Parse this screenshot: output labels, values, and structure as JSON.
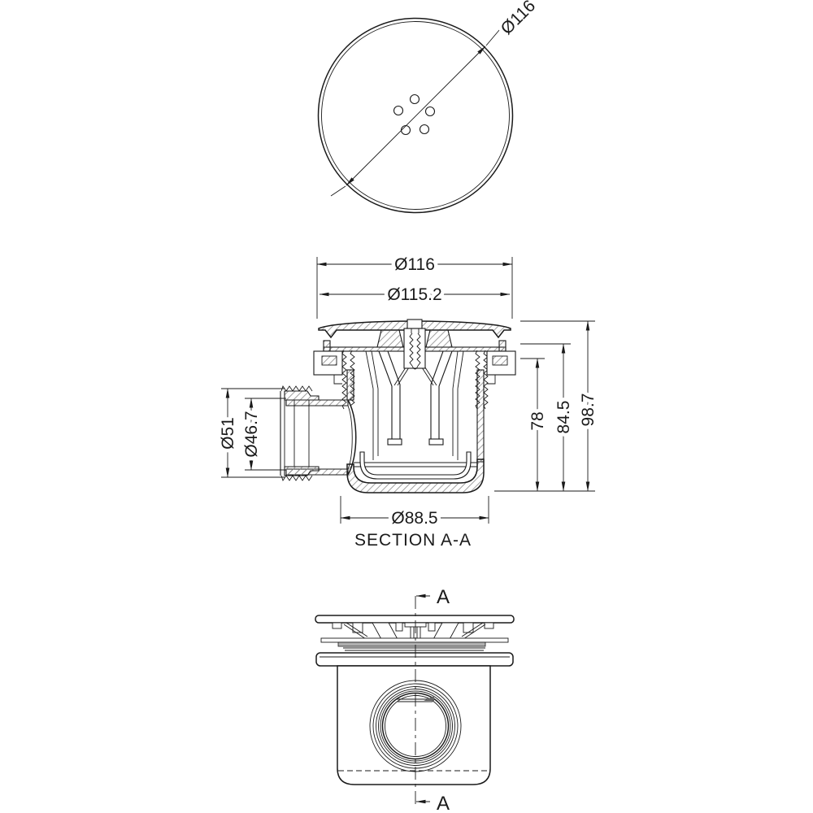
{
  "drawing": {
    "background": "#ffffff",
    "line_color": "#1a1a1a",
    "hatch_color": "#8a8a8a",
    "top_view": {
      "diameter_label": "Ø116"
    },
    "section_view": {
      "label": "SECTION A-A",
      "dim_outer_diameter": "Ø116",
      "dim_cover_diameter": "Ø115.2",
      "dim_outlet_od": "Ø51",
      "dim_outlet_bore": "Ø46.7",
      "dim_height_inner": "78",
      "dim_height_mid": "84.5",
      "dim_height_total": "98.7",
      "dim_base_diameter": "Ø88.5"
    },
    "front_view": {
      "cut_label_top": "A",
      "cut_label_bottom": "A"
    }
  }
}
